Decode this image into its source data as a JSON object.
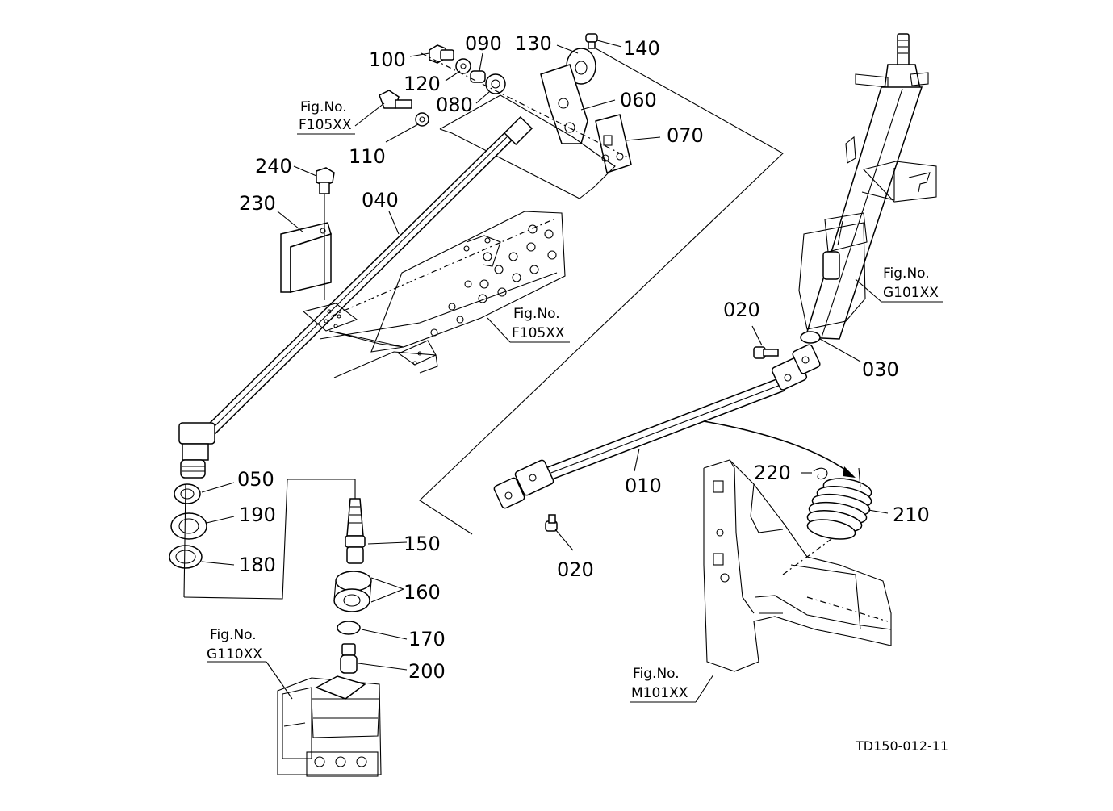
{
  "diagram": {
    "reference_code": "TD150-012-11",
    "fig_refs": [
      {
        "id": "f105-top",
        "line1": "Fig.No.",
        "line2": "F105XX"
      },
      {
        "id": "f105-mid",
        "line1": "Fig.No.",
        "line2": "F105XX"
      },
      {
        "id": "g101",
        "line1": "Fig.No.",
        "line2": "G101XX"
      },
      {
        "id": "g110",
        "line1": "Fig.No.",
        "line2": "G110XX"
      },
      {
        "id": "m101",
        "line1": "Fig.No.",
        "line2": "M101XX"
      }
    ],
    "parts": [
      {
        "id": "p100",
        "label": "100"
      },
      {
        "id": "p090",
        "label": "090"
      },
      {
        "id": "p130",
        "label": "130"
      },
      {
        "id": "p140",
        "label": "140"
      },
      {
        "id": "p120",
        "label": "120"
      },
      {
        "id": "p080",
        "label": "080"
      },
      {
        "id": "p060",
        "label": "060"
      },
      {
        "id": "p110",
        "label": "110"
      },
      {
        "id": "p070",
        "label": "070"
      },
      {
        "id": "p240",
        "label": "240"
      },
      {
        "id": "p230",
        "label": "230"
      },
      {
        "id": "p040",
        "label": "040"
      },
      {
        "id": "p020a",
        "label": "020"
      },
      {
        "id": "p030",
        "label": "030"
      },
      {
        "id": "p050",
        "label": "050"
      },
      {
        "id": "p190",
        "label": "190"
      },
      {
        "id": "p180",
        "label": "180"
      },
      {
        "id": "p150",
        "label": "150"
      },
      {
        "id": "p160",
        "label": "160"
      },
      {
        "id": "p170",
        "label": "170"
      },
      {
        "id": "p200",
        "label": "200"
      },
      {
        "id": "p010",
        "label": "010"
      },
      {
        "id": "p020b",
        "label": "020"
      },
      {
        "id": "p220",
        "label": "220"
      },
      {
        "id": "p210",
        "label": "210"
      }
    ]
  }
}
